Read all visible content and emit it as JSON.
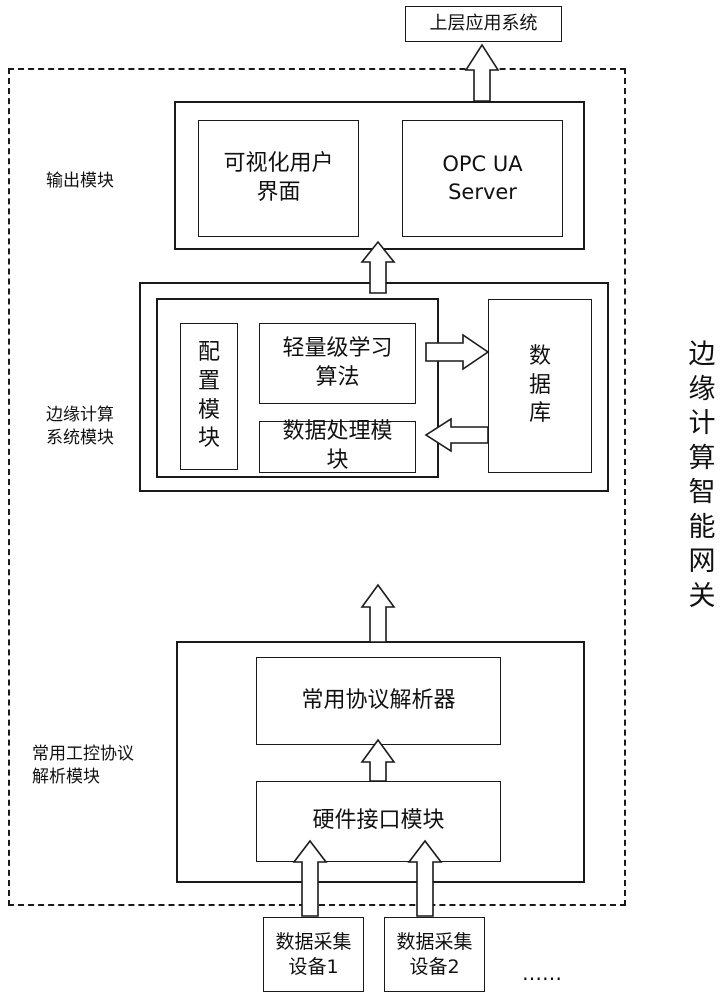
{
  "top_system": "上层应用系统",
  "gateway_label": "边\n缘\n计\n算\n智\n能\n网\n关",
  "output_module": {
    "label": "输出模块",
    "ui_box": "可视化用户\n界面",
    "opc_box": "OPC UA\nServer"
  },
  "edge_module": {
    "label": "边缘计算\n系统模块",
    "config_box": "配\n置\n模\n块",
    "ml_box": "轻量级学习\n算法",
    "dataproc_box": "数据处理模\n块",
    "database_box": "数\n据\n库"
  },
  "protocol_module": {
    "label": "常用工控协议\n解析模块",
    "parser_box": "常用协议解析器",
    "hardware_box": "硬件接口模块"
  },
  "devices": {
    "device1": "数据采集\n设备1",
    "device2": "数据采集\n设备2",
    "more": "……"
  }
}
